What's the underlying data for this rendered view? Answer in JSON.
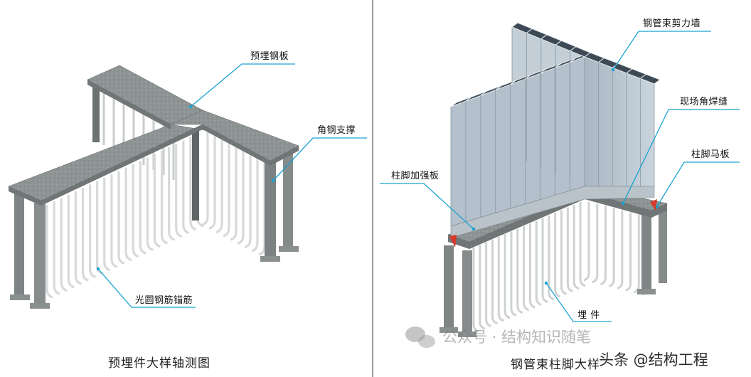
{
  "left_panel": {
    "caption": "预埋件大样轴测图",
    "labels": {
      "embedded_plate": "预埋钢板",
      "angle_brace": "角钢支撑",
      "round_bar_anchor": "光圆钢筋锚筋"
    }
  },
  "right_panel": {
    "caption": "钢管束柱脚大样",
    "labels": {
      "shear_wall": "钢管束剪力墙",
      "field_fillet_weld": "现场角焊缝",
      "base_plate": "柱脚马板",
      "stiffener": "柱脚加强板",
      "embedded_part": "埋  件"
    }
  },
  "watermarks": {
    "wechat": "公众号 · 结构知识随笔",
    "toutiao": "头条 @结构工程"
  },
  "colors": {
    "leader": "#1aa3cf",
    "concrete": "#8f9495",
    "steel": "#d9dcdd",
    "wall": "#b7c4cf",
    "weld": "#d63a2b"
  }
}
